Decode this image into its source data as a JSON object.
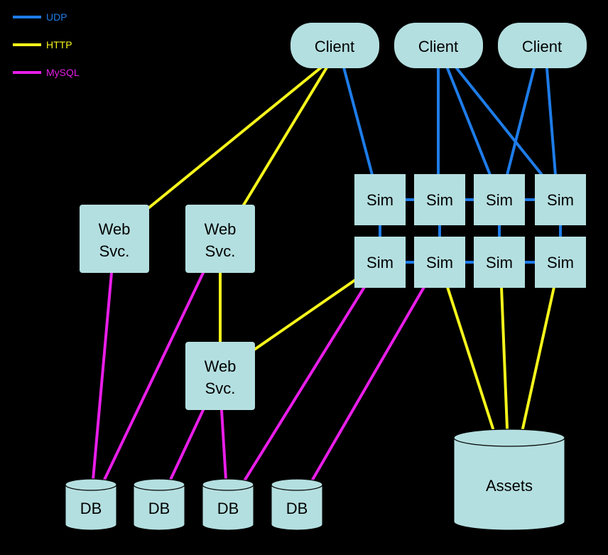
{
  "colors": {
    "background": "#000000",
    "node_fill": "#b4dfe0",
    "udp": "#1e7ce8",
    "http": "#f5f51c",
    "mysql": "#e81ee8"
  },
  "legend": {
    "udp": "UDP",
    "http": "HTTP",
    "mysql": "MySQL"
  },
  "nodes": {
    "client1": "Client",
    "client2": "Client",
    "client3": "Client",
    "sim1": "Sim",
    "sim2": "Sim",
    "sim3": "Sim",
    "sim4": "Sim",
    "sim5": "Sim",
    "sim6": "Sim",
    "sim7": "Sim",
    "sim8": "Sim",
    "web1_line1": "Web",
    "web1_line2": "Svc.",
    "web2_line1": "Web",
    "web2_line2": "Svc.",
    "web3_line1": "Web",
    "web3_line2": "Svc.",
    "db1": "DB",
    "db2": "DB",
    "db3": "DB",
    "db4": "DB",
    "assets": "Assets"
  }
}
